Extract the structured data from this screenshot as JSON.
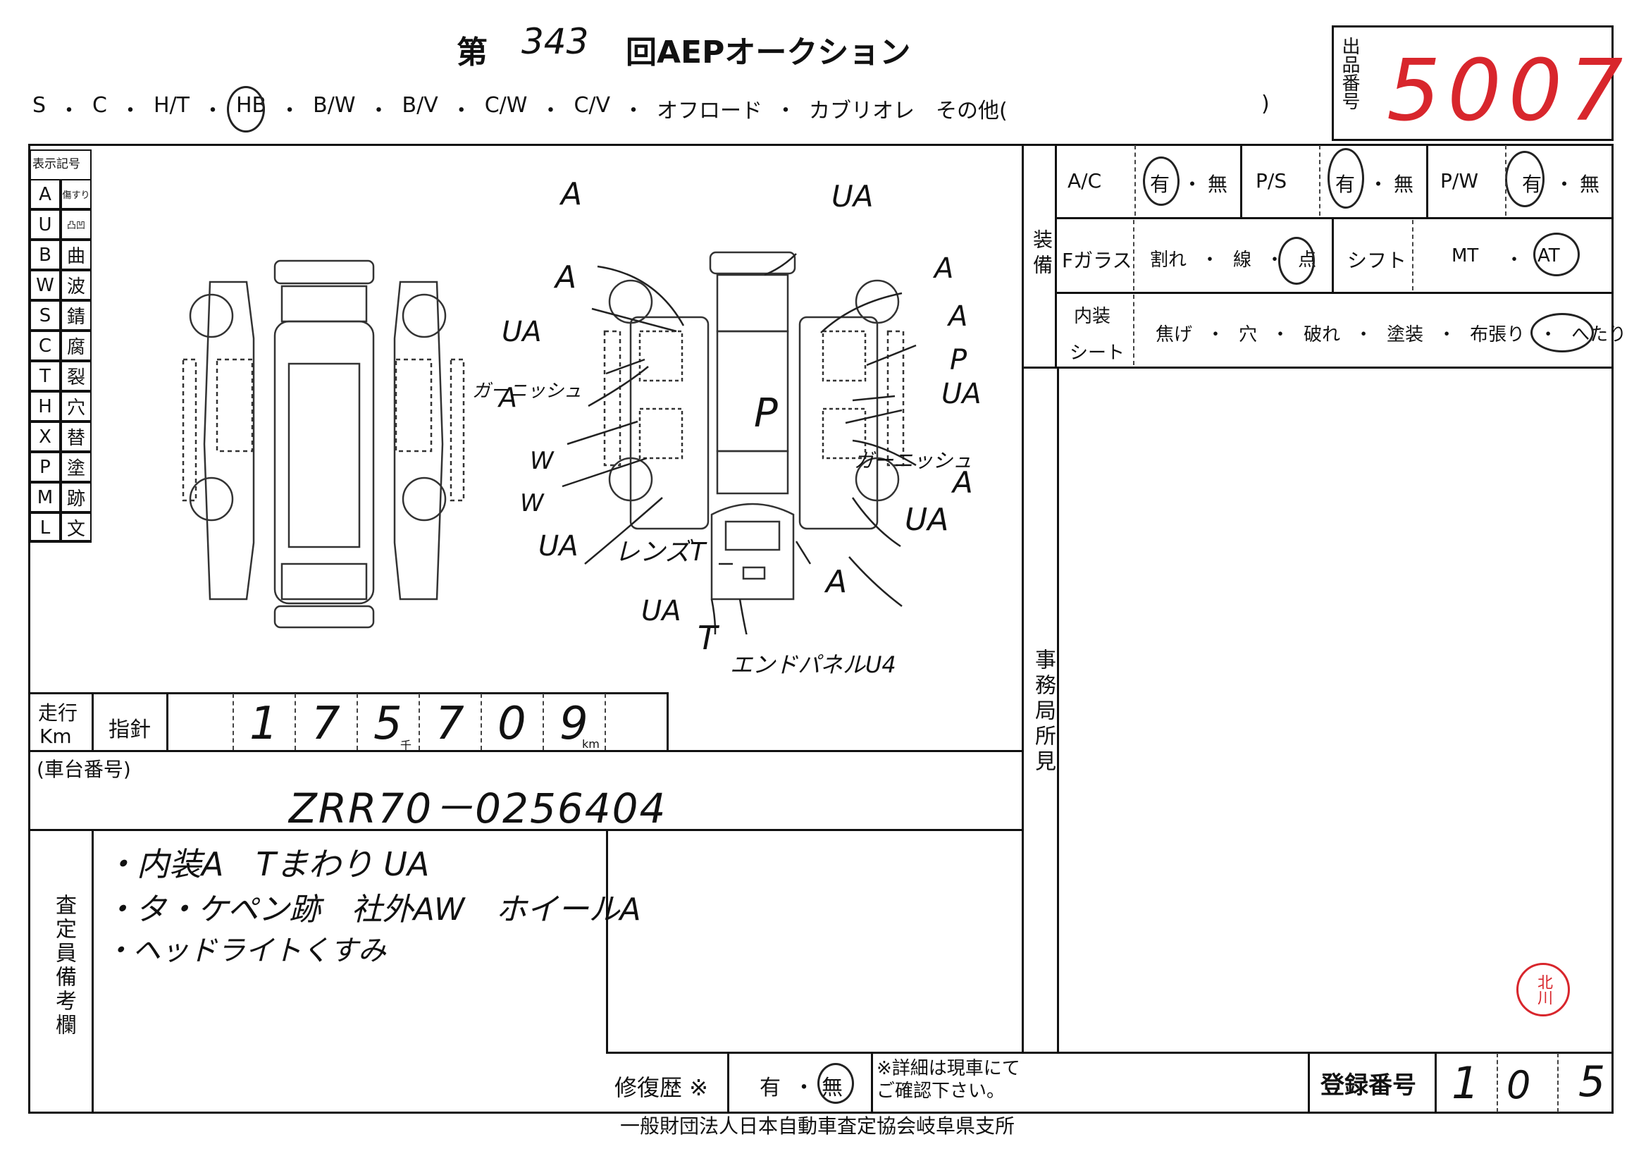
{
  "header": {
    "title_prefix": "第",
    "auction_no": "343",
    "title_suffix": "回AEPオークション",
    "body_types": [
      "S",
      "・",
      "C",
      "・",
      "H/T",
      "・",
      "HB",
      "・",
      "B/W",
      "・",
      "B/V",
      "・",
      "C/W",
      "・",
      "C/V",
      "・",
      "オフロード",
      "・",
      "カブリオレ",
      "その他(",
      ")"
    ],
    "lot_label": "出品番号",
    "lot_number": "5007"
  },
  "legend": {
    "title": "表示記号",
    "items": [
      {
        "code": "A",
        "meaning": "傷すり"
      },
      {
        "code": "U",
        "meaning": "凸凹"
      },
      {
        "code": "B",
        "meaning": "曲"
      },
      {
        "code": "W",
        "meaning": "波"
      },
      {
        "code": "S",
        "meaning": "錆"
      },
      {
        "code": "C",
        "meaning": "腐"
      },
      {
        "code": "T",
        "meaning": "裂"
      },
      {
        "code": "H",
        "meaning": "穴"
      },
      {
        "code": "X",
        "meaning": "替"
      },
      {
        "code": "P",
        "meaning": "塗"
      },
      {
        "code": "M",
        "meaning": "跡"
      },
      {
        "code": "L",
        "meaning": "文"
      }
    ]
  },
  "diagram_marks": [
    "A",
    "UA",
    "A",
    "A",
    "A",
    "UA",
    "ガーニッシュ",
    "A",
    "P",
    "UA",
    "P",
    "W",
    "ガーニッシュ",
    "A",
    "W",
    "UA",
    "UA",
    "レンズT",
    "A",
    "UA",
    "T",
    "エンドパネルU4"
  ],
  "equipment": {
    "section_label": "装備",
    "ac_label": "A/C",
    "ac_yes": "有",
    "ac_no": "無",
    "ps_label": "P/S",
    "ps_yes": "有",
    "ps_no": "無",
    "pw_label": "P/W",
    "pw_yes": "有",
    "pw_no": "無",
    "fglass_label": "Fガラス",
    "fglass_opts": [
      "割れ",
      "・",
      "線",
      "・",
      "点"
    ],
    "shift_label": "シフト",
    "shift_mt": "MT",
    "shift_at": "AT",
    "interior_label_1": "内装",
    "interior_label_2": "シート",
    "interior_opts": [
      "焦げ",
      "・",
      "穴",
      "・",
      "破れ",
      "・",
      "塗装",
      "・",
      "布張り",
      "・",
      "へたり"
    ],
    "dot": "・"
  },
  "mileage": {
    "label_1": "走行",
    "label_2": "Km",
    "field_label": "指針",
    "digits": [
      "1",
      "7",
      "5",
      "7",
      "0",
      "9"
    ],
    "thousand_mark": "千",
    "km_mark": "km"
  },
  "chassis": {
    "label": "(車台番号)",
    "value": "ZRR70－0256404"
  },
  "inspector_remarks": {
    "label": "査定員備考欄",
    "lines": [
      "・内装A　Tまわり UA",
      "・タ・ケペン跡　社外AW　ホイールA",
      "・ヘッドライトくすみ"
    ]
  },
  "office_remarks_label": "事務局所見",
  "repair_history": {
    "label": "修復歴 ※",
    "yes": "有",
    "no": "無",
    "dot": "・",
    "note": "※詳細は現車にてご確認下さい。"
  },
  "registration": {
    "label": "登録番号",
    "digits": [
      "1",
      "0",
      "5"
    ]
  },
  "stamp": "北川",
  "footer": "一般財団法人日本自動車査定協会岐阜県支所"
}
